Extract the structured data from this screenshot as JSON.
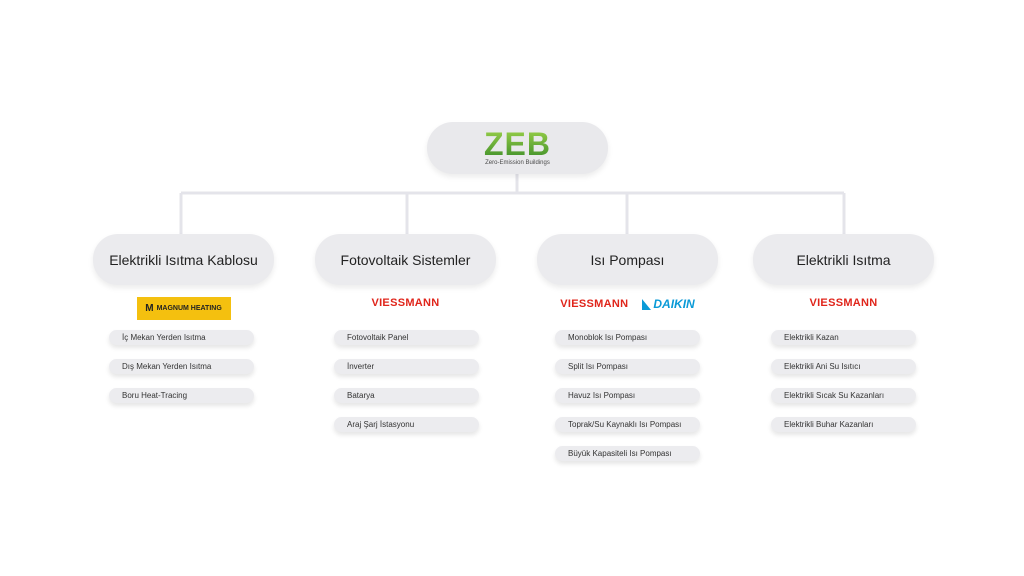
{
  "root": {
    "logo": "ZEB",
    "subtitle": "Zero-Emission Buildings"
  },
  "categories": [
    {
      "label": "Elektrikli Isıtma Kablosu",
      "brands": [
        "MAGNUM HEATING"
      ],
      "items": [
        "İç Mekan Yerden Isıtma",
        "Dış Mekan Yerden Isıtma",
        "Boru Heat-Tracing"
      ]
    },
    {
      "label": "Fotovoltaik Sistemler",
      "brands": [
        "VIESSMANN"
      ],
      "items": [
        "Fotovoltaik Panel",
        "İnverter",
        "Batarya",
        "Araj Şarj İstasyonu"
      ]
    },
    {
      "label": "Isı Pompası",
      "brands": [
        "VIESSMANN",
        "DAIKIN"
      ],
      "items": [
        "Monoblok Isı Pompası",
        "Split Isı Pompası",
        "Havuz Isı Pompası",
        "Toprak/Su Kaynaklı Isı Pompası",
        "Büyük Kapasiteli Isı Pompası"
      ]
    },
    {
      "label": "Elektrikli Isıtma",
      "brands": [
        "VIESSMANN"
      ],
      "items": [
        "Elektrikli Kazan",
        "Elektrikli Ani Su Isıtıcı",
        "Elektrikli Sıcak Su Kazanları",
        "Elektrikli Buhar Kazanları"
      ]
    }
  ],
  "colors": {
    "connector": "#e4e4ea",
    "viessmann": "#e0251b",
    "daikin": "#0a9ad7",
    "magnum": "#f4c00f",
    "zeb_green": "#4a9a2e"
  }
}
